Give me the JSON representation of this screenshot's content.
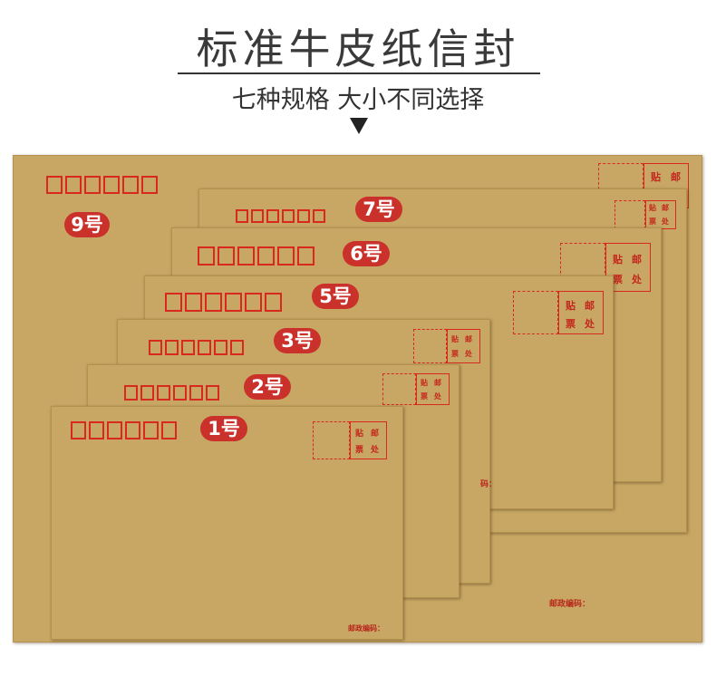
{
  "header": {
    "title": "标准牛皮纸信封",
    "subtitle": "七种规格 大小不同选择"
  },
  "labels": {
    "size9": "9号",
    "size7": "7号",
    "size6": "6号",
    "size5": "5号",
    "size3": "3号",
    "size2": "2号",
    "size1": "1号"
  },
  "stamp": {
    "tie": "贴",
    "you": "邮",
    "piao": "票",
    "chu": "处"
  },
  "postal_label": "邮政编码：",
  "postal_partial": "码：",
  "colors": {
    "kraft": "#c8a764",
    "red": "#d8291f",
    "pill": "#c9312a"
  }
}
